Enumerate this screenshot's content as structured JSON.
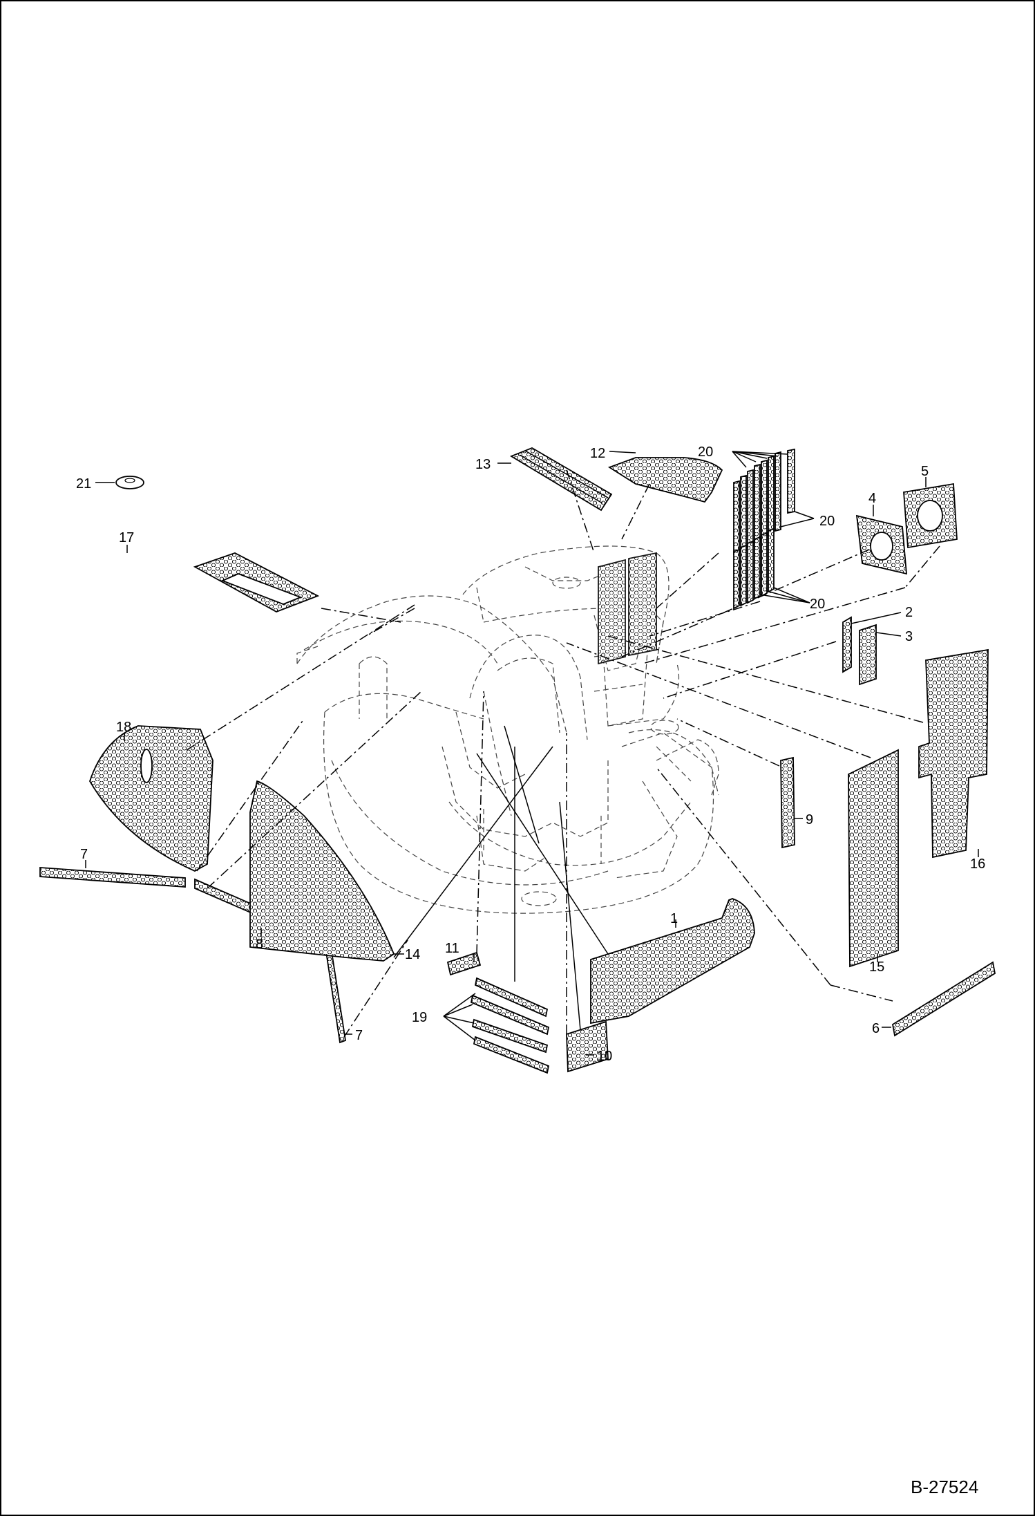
{
  "drawing_number": "B-27524",
  "callouts": [
    {
      "id": "c1",
      "text": "1"
    },
    {
      "id": "c2",
      "text": "2"
    },
    {
      "id": "c3",
      "text": "3"
    },
    {
      "id": "c4",
      "text": "4"
    },
    {
      "id": "c5",
      "text": "5"
    },
    {
      "id": "c6",
      "text": "6"
    },
    {
      "id": "c7a",
      "text": "7"
    },
    {
      "id": "c7b",
      "text": "7"
    },
    {
      "id": "c8",
      "text": "8"
    },
    {
      "id": "c9",
      "text": "9"
    },
    {
      "id": "c10",
      "text": "10"
    },
    {
      "id": "c11",
      "text": "11"
    },
    {
      "id": "c12",
      "text": "12"
    },
    {
      "id": "c13",
      "text": "13"
    },
    {
      "id": "c14",
      "text": "14"
    },
    {
      "id": "c15",
      "text": "15"
    },
    {
      "id": "c16",
      "text": "16"
    },
    {
      "id": "c17",
      "text": "17"
    },
    {
      "id": "c18",
      "text": "18"
    },
    {
      "id": "c19",
      "text": "19"
    },
    {
      "id": "c20a",
      "text": "20"
    },
    {
      "id": "c20b",
      "text": "20"
    },
    {
      "id": "c20c",
      "text": "20"
    },
    {
      "id": "c21",
      "text": "21"
    }
  ]
}
